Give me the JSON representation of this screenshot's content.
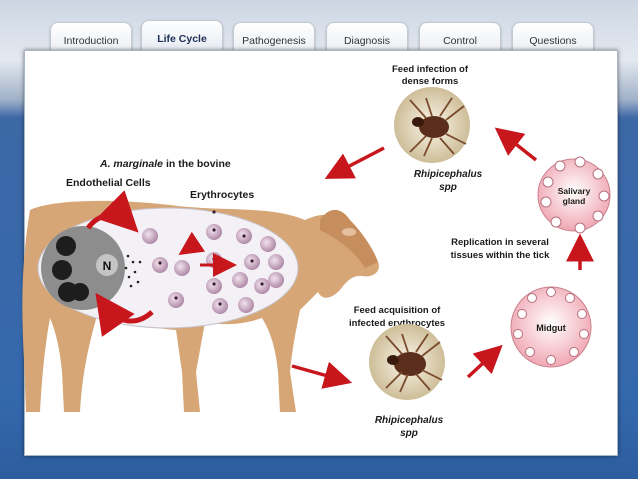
{
  "tabs": [
    {
      "label": "Introduction",
      "active": false
    },
    {
      "label": "Life Cycle",
      "active": true
    },
    {
      "label": "Pathogenesis",
      "active": false
    },
    {
      "label": "Diagnosis",
      "active": false
    },
    {
      "label": "Control",
      "active": false
    },
    {
      "label": "Questions",
      "active": false
    }
  ],
  "diagram": {
    "bovine_title_italic": "A. marginale",
    "bovine_title_rest": " in the bovine",
    "endothelial_label": "Endothelial Cells",
    "erythrocytes_label": "Erythrocytes",
    "nucleus_label": "N",
    "feed_infection_line1": "Feed infection of",
    "feed_infection_line2": "dense forms",
    "tick_top_label_line1": "Rhipicephalus",
    "tick_top_label_line2": "spp",
    "salivary_line1": "Salivary",
    "salivary_line2": "gland",
    "replication_line1": "Replication in several",
    "replication_line2": "tissues within the tick",
    "midgut_label": "Midgut",
    "feed_acq_line1": "Feed acquisition of",
    "feed_acq_line2": "infected erythrocytes",
    "tick_bottom_label_line1": "Rhipicephalus",
    "tick_bottom_label_line2": "spp"
  },
  "colors": {
    "arrow": "#c8161d",
    "tab_active_text": "#1d2f55",
    "background_blue": "#3468ad"
  }
}
